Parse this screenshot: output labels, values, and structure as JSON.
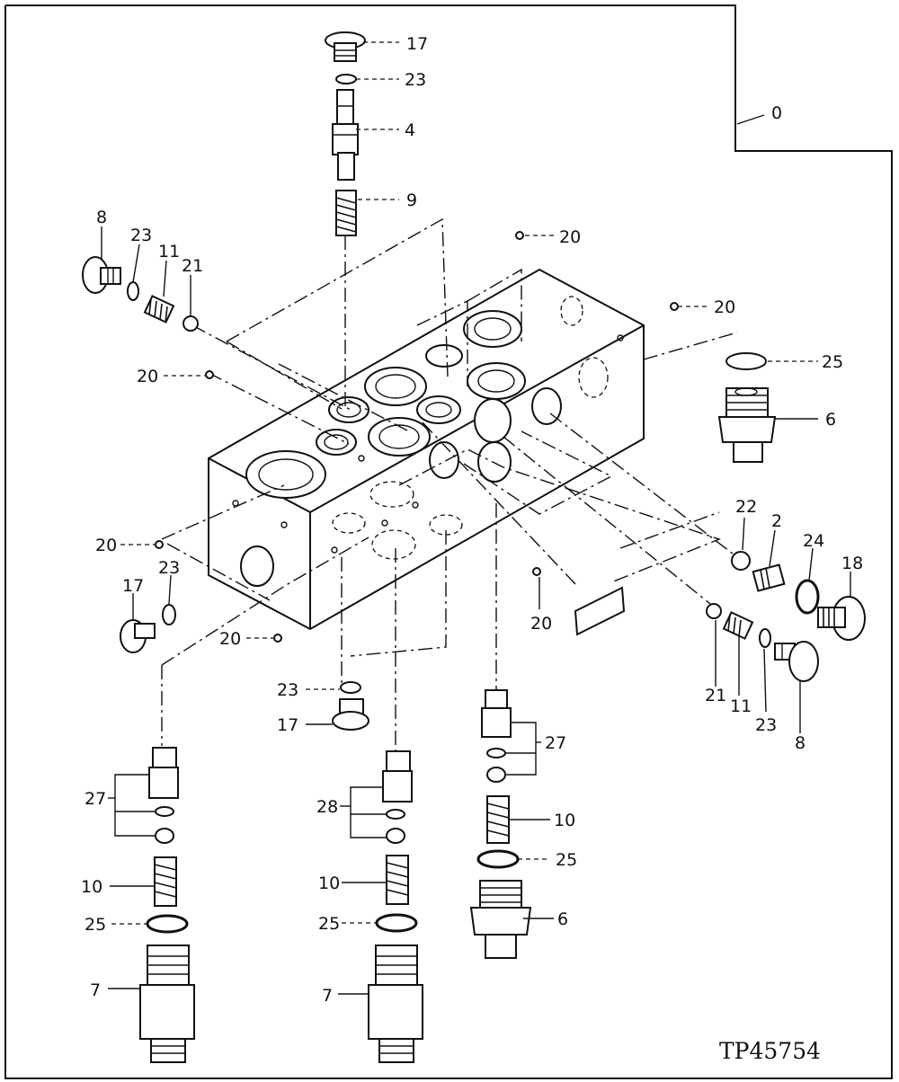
{
  "figure_code": "TP45754",
  "callouts": {
    "c0": "0",
    "c17_top": "17",
    "c23_top": "23",
    "c4": "4",
    "c9": "9",
    "c8_left": "8",
    "c23_left": "23",
    "c11_left": "11",
    "c21_left": "21",
    "c20_a": "20",
    "c20_b": "20",
    "c20_c": "20",
    "c20_d": "20",
    "c20_e": "20",
    "c20_f": "20",
    "c25_right": "25",
    "c6_right": "6",
    "c22": "22",
    "c2": "2",
    "c24": "24",
    "c18": "18",
    "c17_left": "17",
    "c23_lowleft": "23",
    "c21_right": "21",
    "c11_right": "11",
    "c23_right": "23",
    "c8_right": "8",
    "c23_mid": "23",
    "c17_mid": "17",
    "c27_left": "27",
    "c28": "28",
    "c27_right": "27",
    "c10_left": "10",
    "c10_mid": "10",
    "c10_right": "10",
    "c25_left": "25",
    "c25_mid": "25",
    "c25_lowright": "25",
    "c7_left": "7",
    "c7_mid": "7",
    "c6_low": "6"
  }
}
